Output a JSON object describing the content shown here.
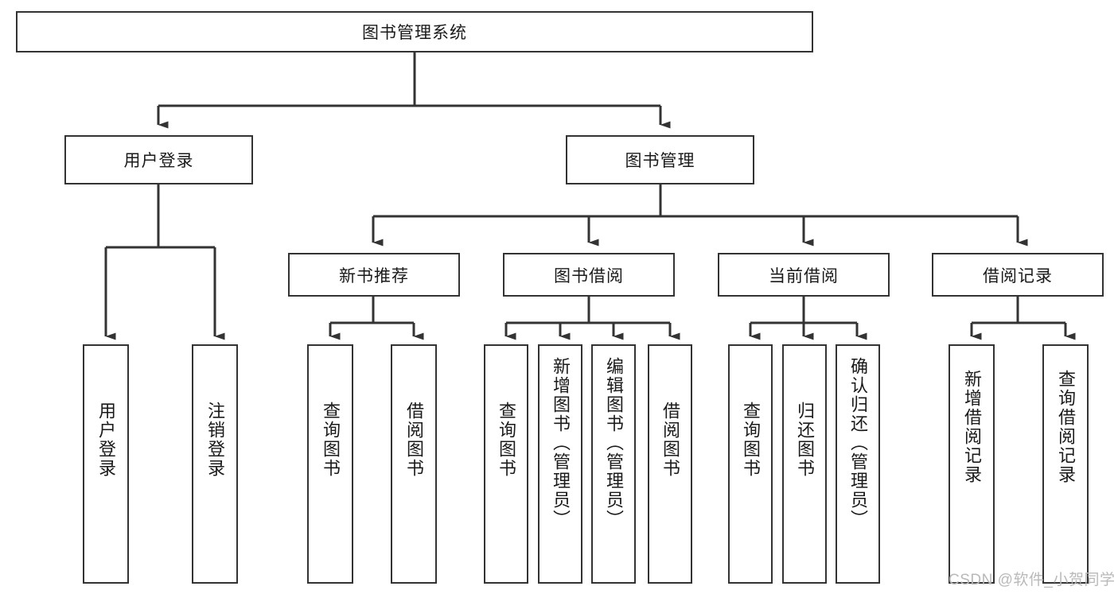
{
  "diagram": {
    "title": "图书管理系统",
    "type": "tree-hierarchy",
    "watermark": "CSDN @软件_小贺同学",
    "line_color": "#333333",
    "text_color": "#1a1a1a",
    "background": "#ffffff",
    "root": {
      "id": "root",
      "label": "图书管理系统",
      "orientation": "horizontal"
    },
    "level2": [
      {
        "id": "user-login",
        "label": "用户登录",
        "orientation": "horizontal"
      },
      {
        "id": "book-manage",
        "label": "图书管理",
        "orientation": "horizontal"
      }
    ],
    "level3": [
      {
        "id": "new-book-recommend",
        "label": "新书推荐",
        "orientation": "horizontal"
      },
      {
        "id": "book-borrow",
        "label": "图书借阅",
        "orientation": "horizontal"
      },
      {
        "id": "current-borrow",
        "label": "当前借阅",
        "orientation": "horizontal"
      },
      {
        "id": "borrow-record",
        "label": "借阅记录",
        "orientation": "horizontal"
      }
    ],
    "leaves": [
      {
        "id": "leaf-user-login",
        "label": "用户登录",
        "parent": "user-login",
        "orientation": "vertical"
      },
      {
        "id": "leaf-logout",
        "label": "注销登录",
        "parent": "user-login",
        "orientation": "vertical"
      },
      {
        "id": "leaf-query-book-1",
        "label": "查询图书",
        "parent": "new-book-recommend",
        "orientation": "vertical"
      },
      {
        "id": "leaf-borrow-book-1",
        "label": "借阅图书",
        "parent": "new-book-recommend",
        "orientation": "vertical"
      },
      {
        "id": "leaf-query-book-2",
        "label": "查询图书",
        "parent": "book-borrow",
        "orientation": "vertical"
      },
      {
        "id": "leaf-add-book",
        "label": "新增图书（管理员）",
        "parent": "book-borrow",
        "orientation": "vertical"
      },
      {
        "id": "leaf-edit-book",
        "label": "编辑图书（管理员）",
        "parent": "book-borrow",
        "orientation": "vertical"
      },
      {
        "id": "leaf-borrow-book-2",
        "label": "借阅图书",
        "parent": "book-borrow",
        "orientation": "vertical"
      },
      {
        "id": "leaf-query-book-3",
        "label": "查询图书",
        "parent": "current-borrow",
        "orientation": "vertical"
      },
      {
        "id": "leaf-return-book",
        "label": "归还图书",
        "parent": "current-borrow",
        "orientation": "vertical"
      },
      {
        "id": "leaf-confirm-return",
        "label": "确认归还（管理员）",
        "parent": "current-borrow",
        "orientation": "vertical"
      },
      {
        "id": "leaf-add-record",
        "label": "新增借阅记录",
        "parent": "borrow-record",
        "orientation": "vertical"
      },
      {
        "id": "leaf-query-record",
        "label": "查询借阅记录",
        "parent": "borrow-record",
        "orientation": "vertical"
      }
    ]
  }
}
